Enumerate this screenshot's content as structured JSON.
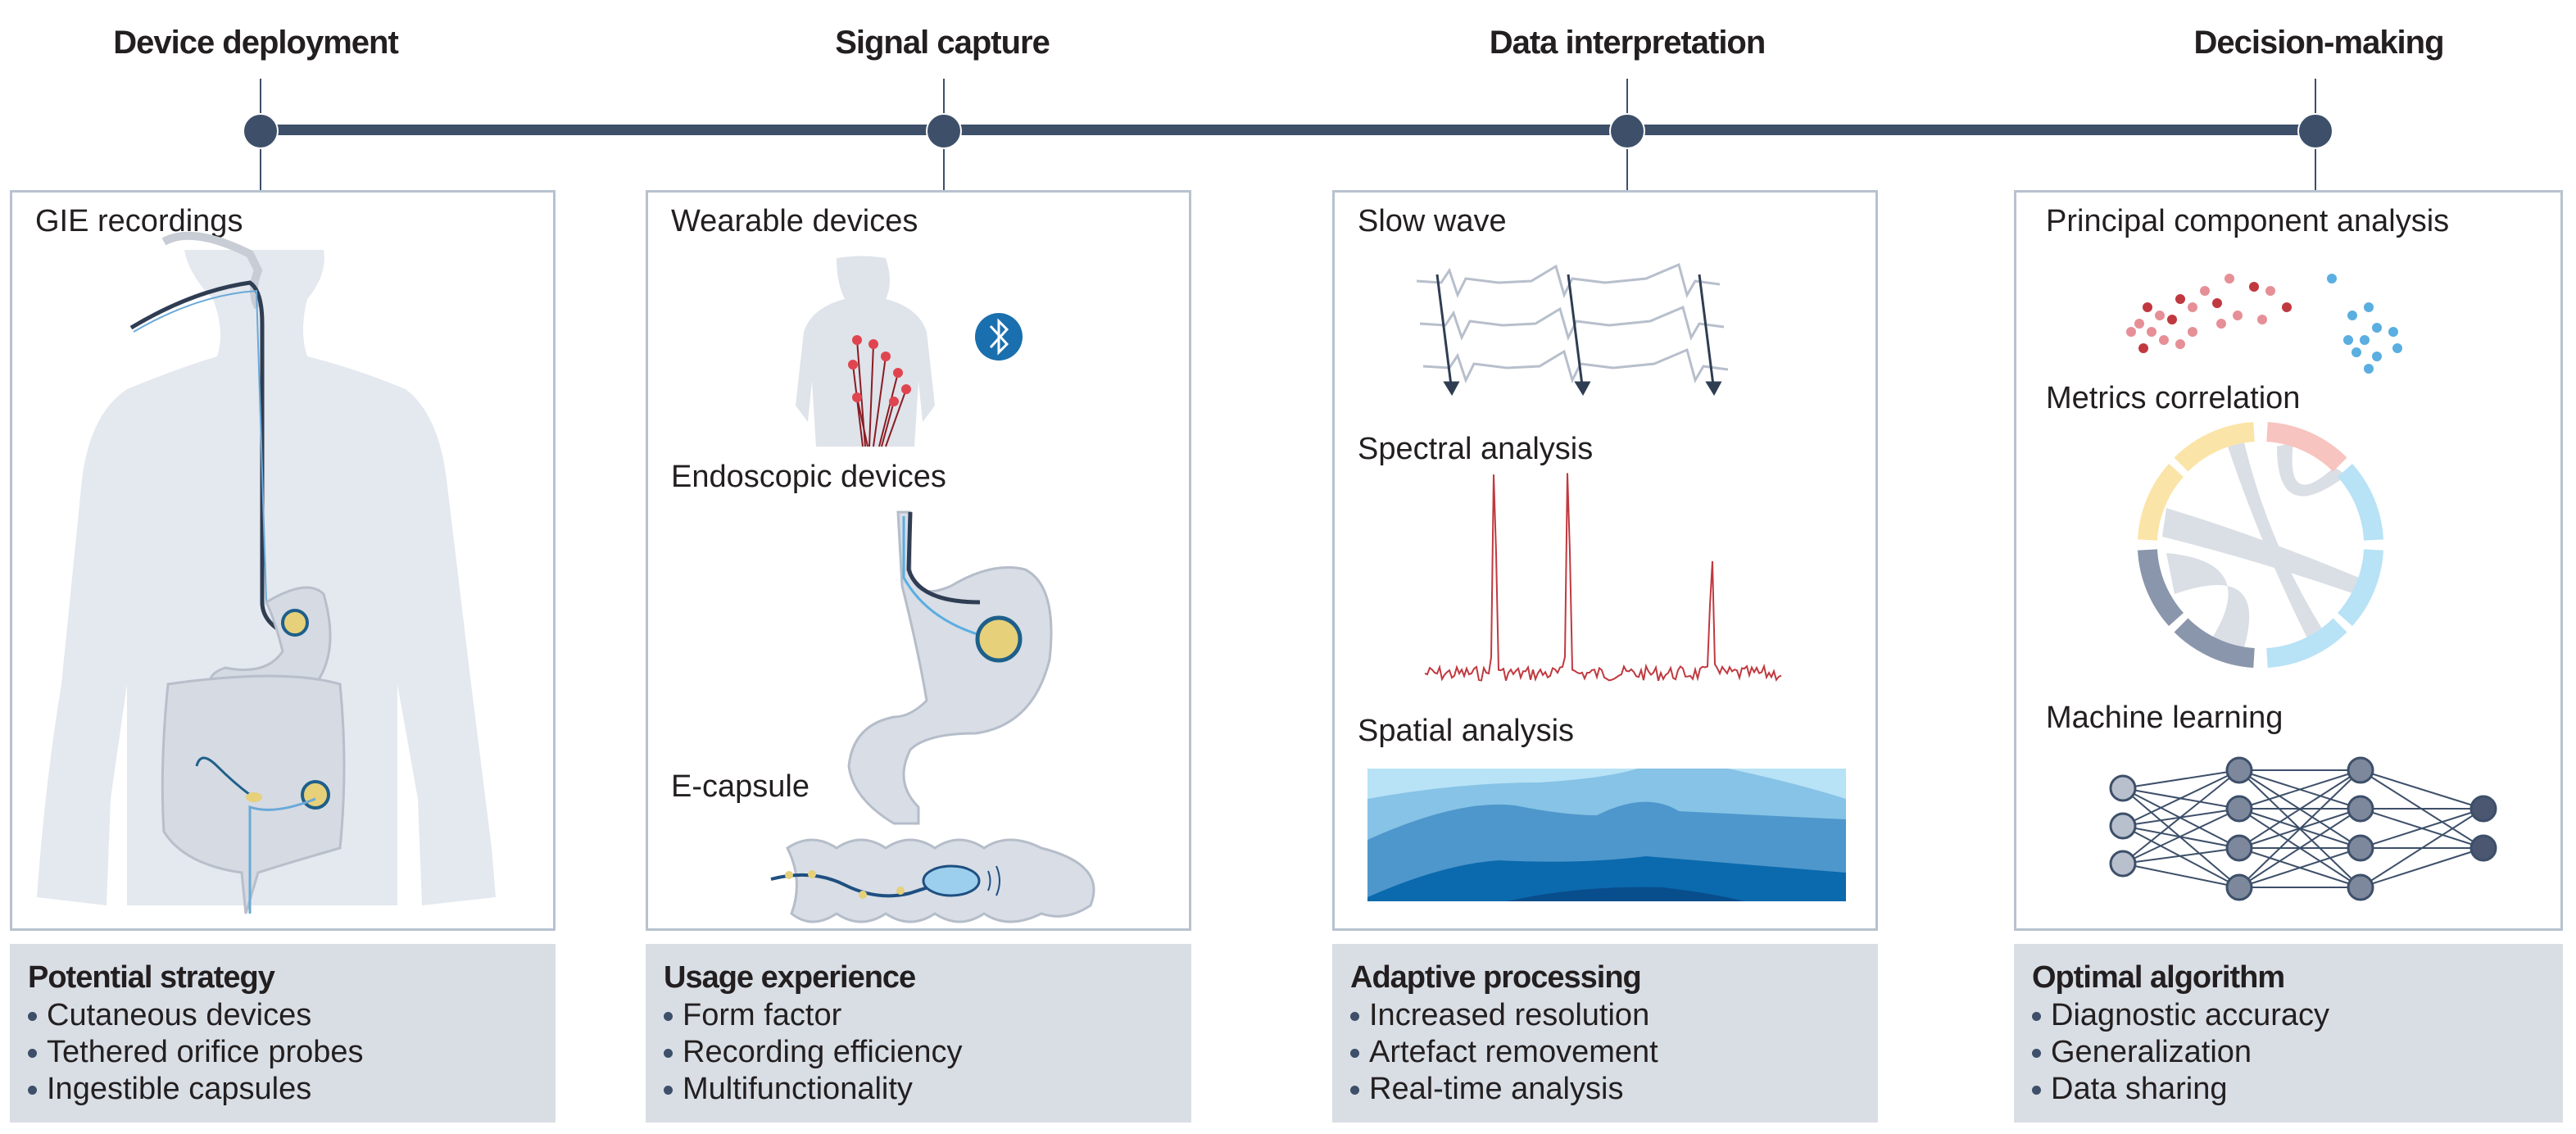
{
  "stages": [
    {
      "title": "Device deployment"
    },
    {
      "title": "Signal capture"
    },
    {
      "title": "Data interpretation"
    },
    {
      "title": "Decision-making"
    }
  ],
  "panels": [
    {
      "labels": [
        "GIE recordings"
      ]
    },
    {
      "labels": [
        "Wearable devices",
        "Endoscopic devices",
        "E-capsule"
      ]
    },
    {
      "labels": [
        "Slow wave",
        "Spectral analysis",
        "Spatial analysis"
      ]
    },
    {
      "labels": [
        "Principal component analysis",
        "Metrics correlation",
        "Machine learning"
      ]
    }
  ],
  "summaries": [
    {
      "heading": "Potential strategy",
      "items": [
        "Cutaneous devices",
        "Tethered orifice probes",
        "Ingestible capsules"
      ]
    },
    {
      "heading": "Usage experience",
      "items": [
        "Form factor",
        "Recording efficiency",
        "Multifunctionality"
      ]
    },
    {
      "heading": "Adaptive processing",
      "items": [
        "Increased resolution",
        "Artefact removement",
        "Real-time analysis"
      ]
    },
    {
      "heading": "Optimal algorithm",
      "items": [
        "Diagnostic accuracy",
        "Generalization",
        "Data sharing"
      ]
    }
  ],
  "icons": {
    "bluetooth": "bluetooth-icon"
  },
  "colors": {
    "timeline": "#3d4f69",
    "summary_bg": "#d9dee5",
    "panel_border": "#b8c2cf",
    "spectrum": "#c0393f",
    "pca_red": "#c0393f",
    "pca_blue": "#5aaee0",
    "bluetooth": "#1a6fae"
  }
}
